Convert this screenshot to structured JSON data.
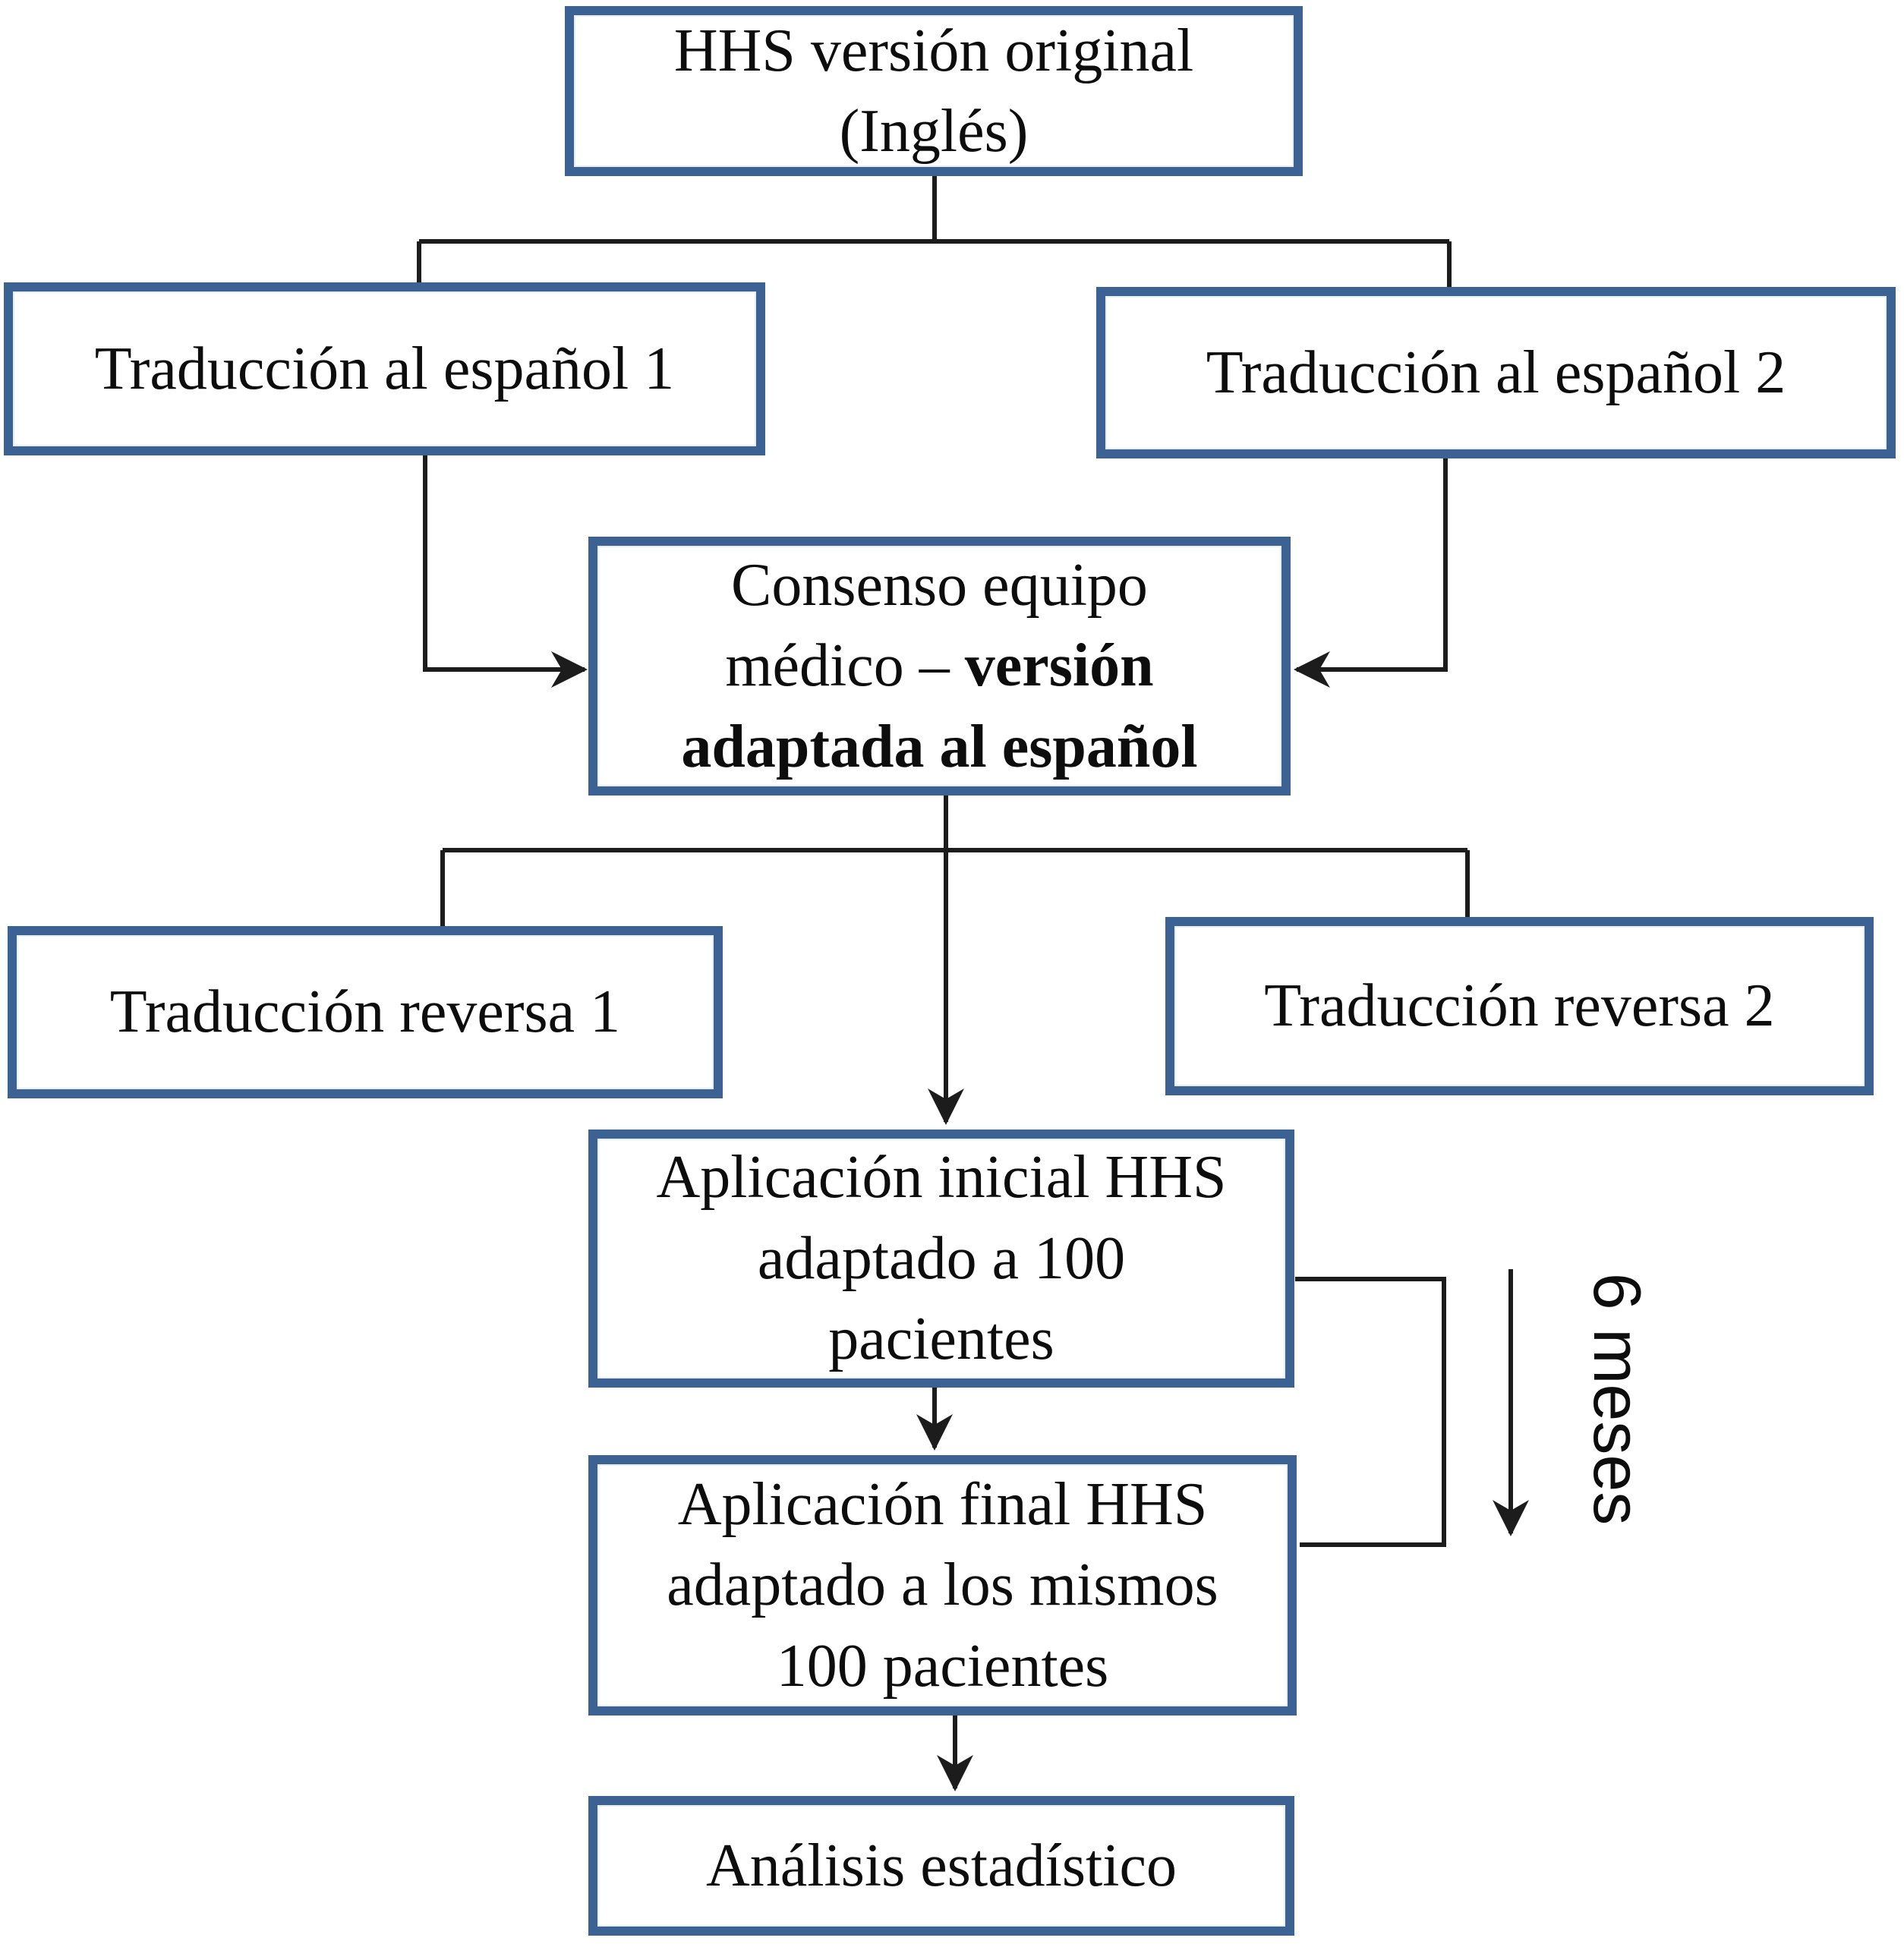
{
  "colors": {
    "box_border": "#3b6292",
    "line": "#1c1c1c",
    "text": "#0d0d0d",
    "background": "#ffffff"
  },
  "nodes": {
    "hhs_original": {
      "label": "HHS versión original\n(Inglés)"
    },
    "traduccion_es1": {
      "label": "Traducción al español 1"
    },
    "traduccion_es2": {
      "label": "Traducción al español 2"
    },
    "consenso": {
      "label_normal": "Consenso equipo\nmédico – ",
      "label_bold": "versión\nadaptada al español"
    },
    "reversa1": {
      "label": "Traducción reversa 1"
    },
    "reversa2": {
      "label": "Traducción reversa 2"
    },
    "aplicacion_inicial": {
      "label": "Aplicación inicial HHS\nadaptado a 100\npacientes"
    },
    "aplicacion_final": {
      "label": "Aplicación final HHS\nadaptado a los mismos\n100 pacientes"
    },
    "analisis": {
      "label": "Análisis estadístico"
    }
  },
  "annotations": {
    "six_months": {
      "label": "6 meses"
    }
  }
}
